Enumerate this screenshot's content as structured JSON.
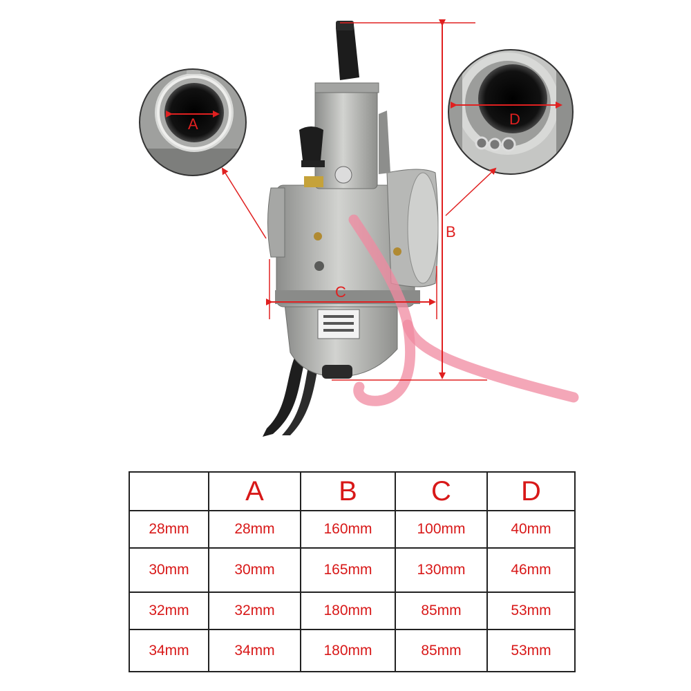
{
  "figure": {
    "dimension_labels": {
      "a": "A",
      "b": "B",
      "c": "C",
      "d": "D"
    },
    "accent_color": "#e02020",
    "tube_color": "#f08aa0",
    "body_color": "#b9bab8"
  },
  "table": {
    "headers": [
      "",
      "A",
      "B",
      "C",
      "D"
    ],
    "rows": [
      [
        "28mm",
        "28mm",
        "160mm",
        "100mm",
        "40mm"
      ],
      [
        "30mm",
        "30mm",
        "165mm",
        "130mm",
        "46mm"
      ],
      [
        "32mm",
        "32mm",
        "180mm",
        "85mm",
        "53mm"
      ],
      [
        "34mm",
        "34mm",
        "180mm",
        "85mm",
        "53mm"
      ]
    ]
  }
}
